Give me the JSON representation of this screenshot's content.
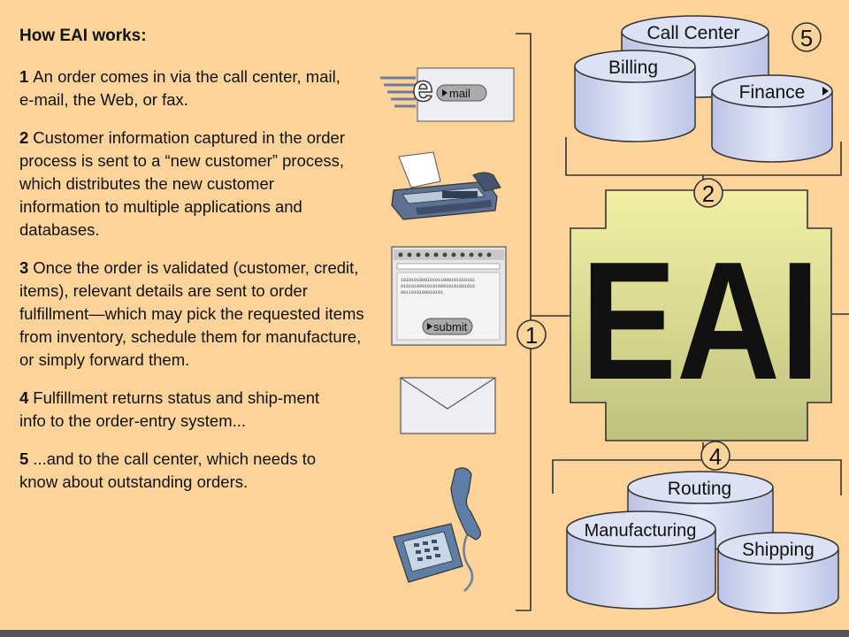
{
  "heading": "How EAI works:",
  "steps": [
    {
      "num": "1",
      "text": "An order comes in via the call center, mail, e-mail, the Web, or fax."
    },
    {
      "num": "2",
      "text": "Customer information captured in the order process is sent to a “new customer” process, which distributes the new customer information to multiple applications and databases."
    },
    {
      "num": "3",
      "text": "Once the order is validated (customer, credit, items), relevant details are sent to order fulfillment—which may pick the requested items from inventory, schedule them for manufacture, or simply forward them."
    },
    {
      "num": "4",
      "text": "Fulfillment returns status and ship-ment info to the order-entry system..."
    },
    {
      "num": "5",
      "text": "...and to the call center, which needs to know about outstanding orders."
    }
  ],
  "diagram": {
    "hub_label": "EAI",
    "top_databases": [
      "Call Center",
      "Billing",
      "Finance"
    ],
    "bottom_databases": [
      "Routing",
      "Manufacturing",
      "Shipping"
    ],
    "markers": [
      "1",
      "2",
      "4",
      "5"
    ],
    "email_button": "mail",
    "email_letter": "e",
    "web_button": "submit",
    "web_binary": [
      "1010101000101011000101010101",
      "0101010001010100010101001010",
      "0011010100010101"
    ]
  },
  "colors": {
    "background": "#FFD49A",
    "hub_fill": "#D6D48C",
    "db_fill": "#CDD3EA",
    "line": "#333333"
  }
}
